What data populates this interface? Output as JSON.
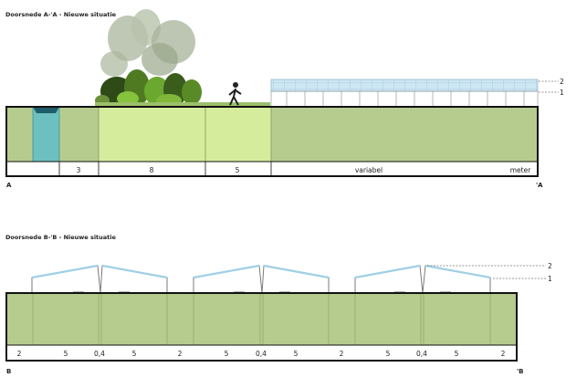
{
  "section_a": {
    "title": "Doorsnede A-'A - Nieuwe situatie",
    "start_marker": "A",
    "end_marker": "'A",
    "dimensions": [
      "3",
      "8",
      "5",
      "variabel",
      "meter"
    ],
    "labels": [
      "2",
      "1"
    ]
  },
  "section_b": {
    "title": "Doorsnede B-'B - Nieuwe situatie",
    "start_marker": "B",
    "end_marker": "'B",
    "dimensions": [
      "2",
      "5",
      "0,4",
      "5",
      "2",
      "5",
      "0,4",
      "5",
      "2",
      "5",
      "0,4",
      "5",
      "2"
    ],
    "labels": [
      "2",
      "1"
    ]
  },
  "colors": {
    "ground": "#b5cc8e",
    "light_ground": "#d6ec9d",
    "water": "#6dc0c0",
    "greenhouse_glass": "#cfe6f2",
    "outline": "#111111"
  },
  "icons": {
    "person": "person-walking-icon",
    "vegetation": "trees-shrubs-icon",
    "greenhouse": "greenhouse-icon"
  }
}
